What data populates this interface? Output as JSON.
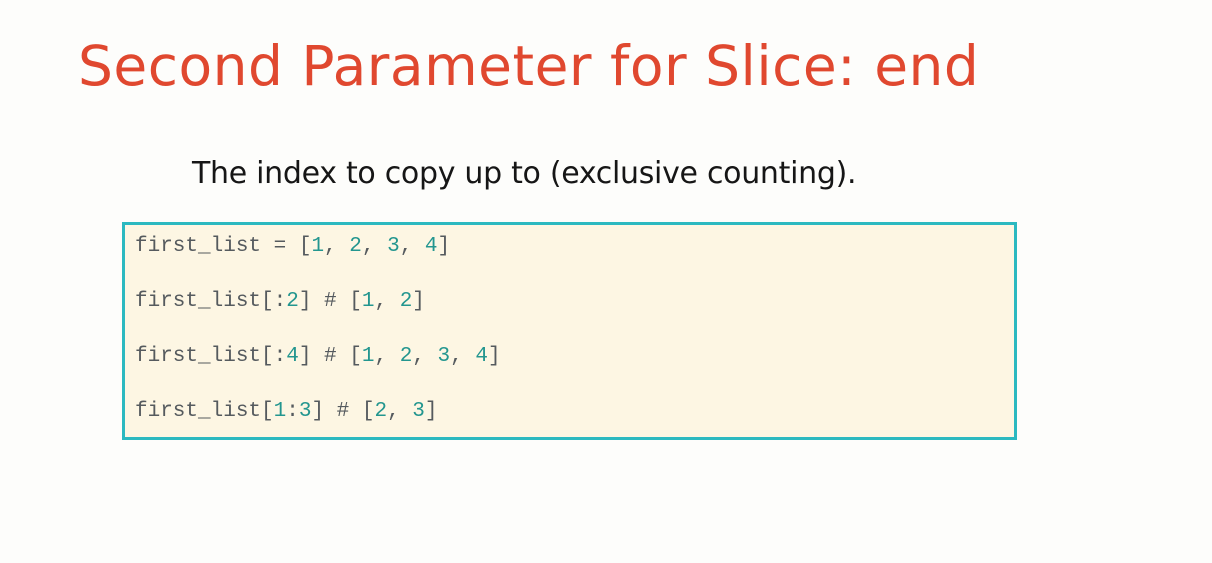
{
  "slide": {
    "title": "Second Parameter for Slice: end",
    "subtitle": "The index to copy up to (exclusive counting)."
  },
  "colors": {
    "title": "#e0482f",
    "code_background": "#fdf6e3",
    "code_border": "#2bb9c0",
    "code_text": "#555a5e",
    "code_number": "#23968f"
  },
  "code": {
    "lines": [
      "first_list = [1, 2, 3, 4]",
      "first_list[:2] # [1, 2]",
      "first_list[:4] # [1, 2, 3, 4]",
      "first_list[1:3] # [2, 3]"
    ]
  }
}
